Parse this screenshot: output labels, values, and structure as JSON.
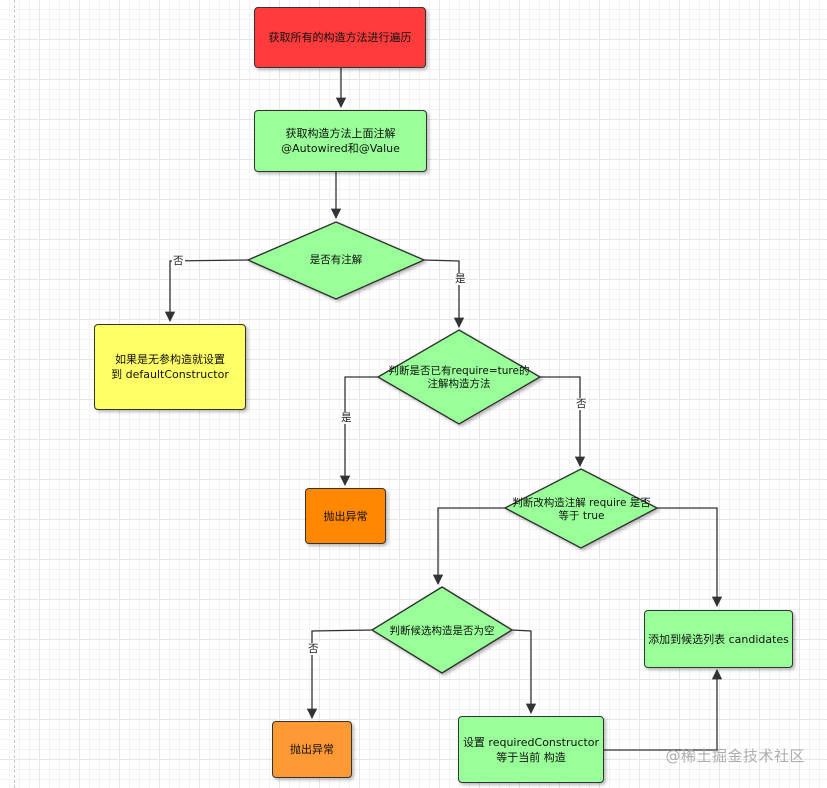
{
  "flowchart": {
    "nodes": {
      "start": "获取所有的构造方法进行遍历",
      "get_annotations": "获取构造方法上面注解\n@Autowired和@Value",
      "has_annotation": "是否有注解",
      "set_default": "如果是无参构造就设置\n到  defaultConstructor",
      "has_required": "判断是否已有require=ture的\n注解构造方法",
      "throw_1": "抛出异常",
      "require_true": "判断改构造注解 require 是否\n等于 true",
      "candidates_empty": "判断候选构造是否为空",
      "add_candidates": "添加到候选列表 candidates",
      "throw_2": "抛出异常",
      "set_required": "设置  requiredConstructor\n等于当前 构造"
    },
    "edge_labels": {
      "yes": "是",
      "no": "否"
    },
    "colors": {
      "red": "#ff3b3b",
      "green": "#99ff99",
      "yellow": "#ffff66",
      "orange_1": "#ff8800",
      "orange_2": "#ff9933",
      "stroke": "#333333"
    },
    "watermark": "@稀土掘金技术社区"
  }
}
